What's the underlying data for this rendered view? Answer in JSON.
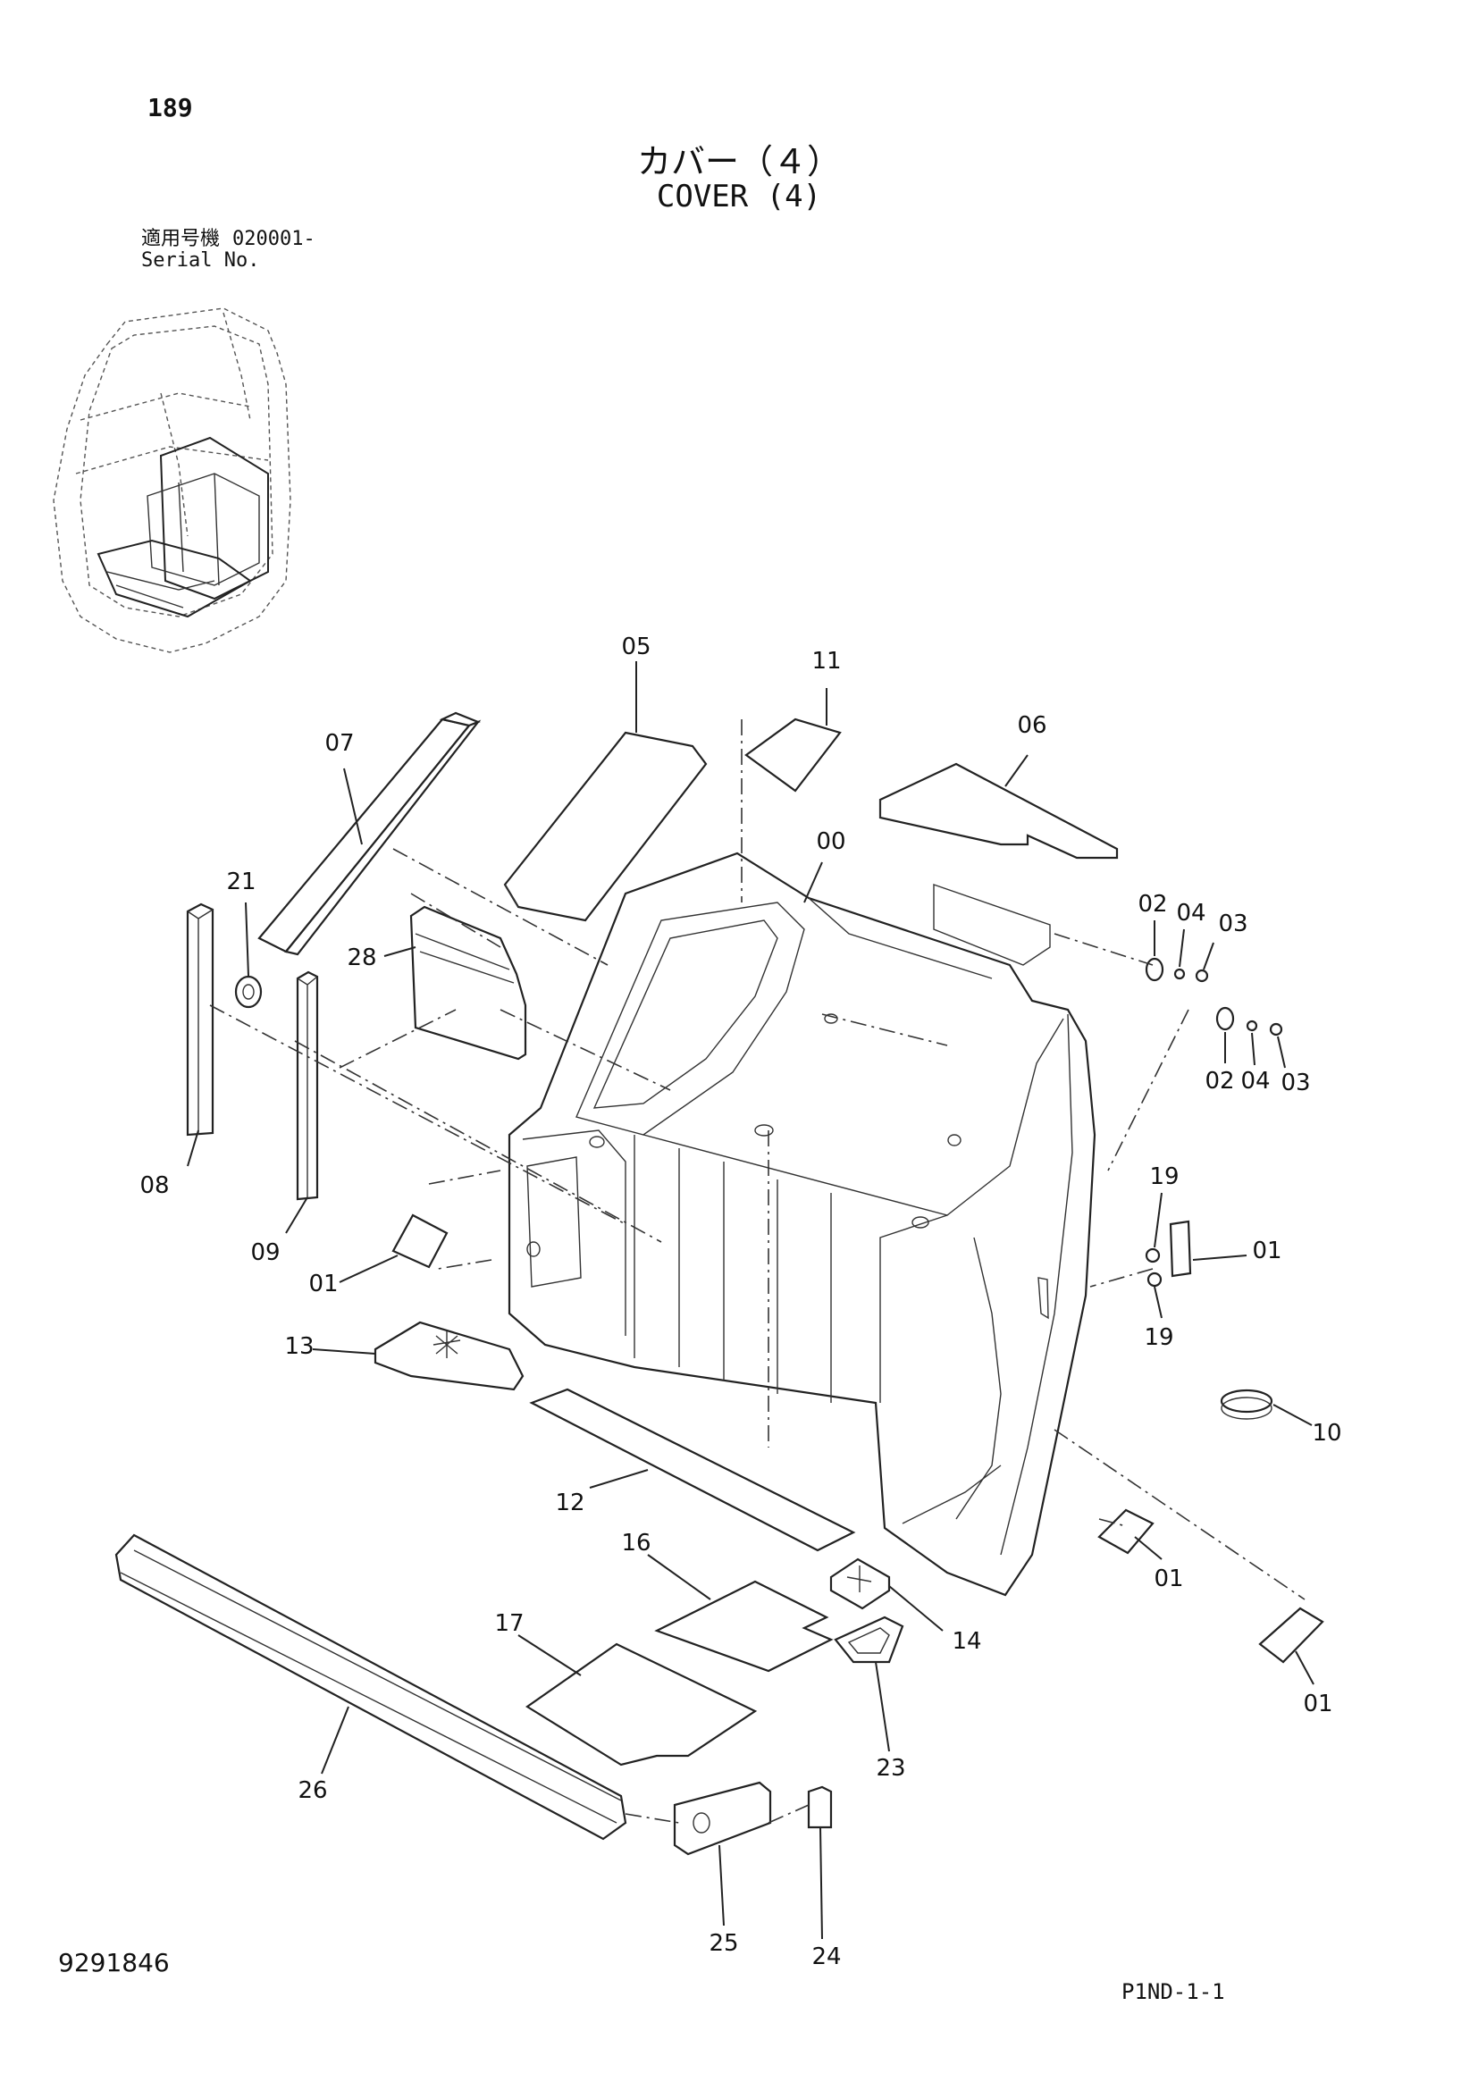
{
  "header": {
    "page_number": "189",
    "title_jp": "カバー（４）",
    "title_en": "COVER (4)",
    "serial_label_jp": "適用号機",
    "serial_value": "020001-",
    "serial_label_en": "Serial No."
  },
  "footer": {
    "doc_number": "9291846",
    "page_code": "P1ND-1-1"
  },
  "callouts": [
    {
      "id": "c05",
      "label": "05"
    },
    {
      "id": "c11",
      "label": "11"
    },
    {
      "id": "c07",
      "label": "07"
    },
    {
      "id": "c06",
      "label": "06"
    },
    {
      "id": "c00",
      "label": "00"
    },
    {
      "id": "c21",
      "label": "21"
    },
    {
      "id": "c02a",
      "label": "02"
    },
    {
      "id": "c04a",
      "label": "04"
    },
    {
      "id": "c03a",
      "label": "03"
    },
    {
      "id": "c28",
      "label": "28"
    },
    {
      "id": "c02b",
      "label": "02"
    },
    {
      "id": "c04b",
      "label": "04"
    },
    {
      "id": "c03b",
      "label": "03"
    },
    {
      "id": "c08",
      "label": "08"
    },
    {
      "id": "c19a",
      "label": "19"
    },
    {
      "id": "c09",
      "label": "09"
    },
    {
      "id": "c01a",
      "label": "01"
    },
    {
      "id": "c01b",
      "label": "01"
    },
    {
      "id": "c19b",
      "label": "19"
    },
    {
      "id": "c13",
      "label": "13"
    },
    {
      "id": "c10",
      "label": "10"
    },
    {
      "id": "c12",
      "label": "12"
    },
    {
      "id": "c01c",
      "label": "01"
    },
    {
      "id": "c16",
      "label": "16"
    },
    {
      "id": "c14",
      "label": "14"
    },
    {
      "id": "c17",
      "label": "17"
    },
    {
      "id": "c01d",
      "label": "01"
    },
    {
      "id": "c26",
      "label": "26"
    },
    {
      "id": "c23",
      "label": "23"
    },
    {
      "id": "c25",
      "label": "25"
    },
    {
      "id": "c24",
      "label": "24"
    }
  ]
}
